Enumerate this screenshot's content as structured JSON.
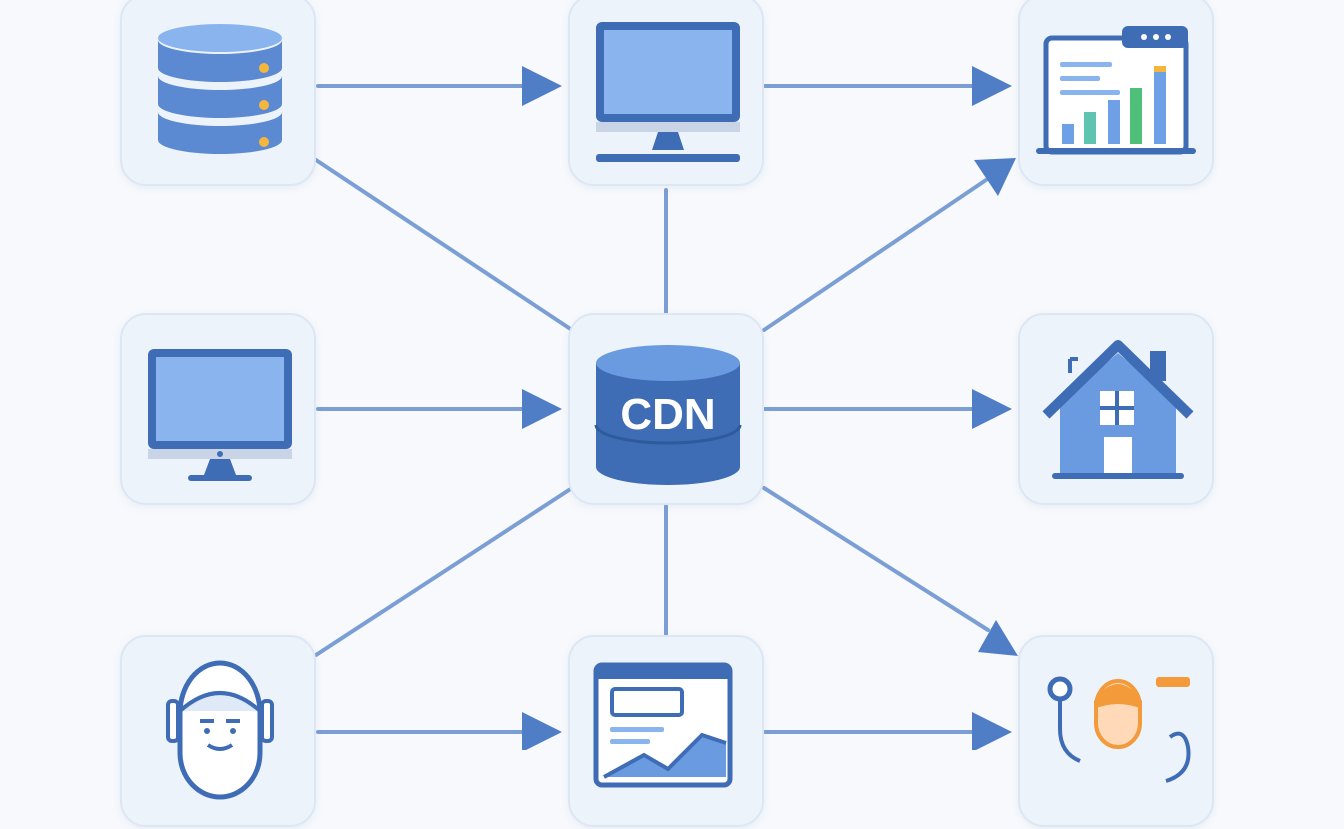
{
  "diagram": {
    "hub_label": "CDN",
    "colors": {
      "background": "#f7f9fc",
      "node_fill": "#edf3fb",
      "node_border": "#dde7f4",
      "edge": "#7b9fd4",
      "arrow": "#4f7ec7",
      "icon_primary": "#4f7ec7",
      "icon_light": "#8ab4ee",
      "icon_dark": "#3566a8",
      "accent_yellow": "#f4b63c",
      "accent_orange": "#f39a3b",
      "accent_green": "#4fbf7a"
    },
    "nodes": [
      {
        "id": "database",
        "icon": "database-icon"
      },
      {
        "id": "monitor-top",
        "icon": "desktop-monitor-icon"
      },
      {
        "id": "analytics",
        "icon": "analytics-dashboard-icon"
      },
      {
        "id": "monitor-left",
        "icon": "desktop-monitor-icon"
      },
      {
        "id": "cdn",
        "icon": "cdn-cylinder-icon"
      },
      {
        "id": "home",
        "icon": "house-icon"
      },
      {
        "id": "user",
        "icon": "user-headset-icon"
      },
      {
        "id": "browser",
        "icon": "browser-chart-icon"
      },
      {
        "id": "support",
        "icon": "support-person-icon"
      }
    ],
    "edges": [
      {
        "from": "database",
        "to": "monitor-top",
        "arrow": true
      },
      {
        "from": "monitor-top",
        "to": "analytics",
        "arrow": true
      },
      {
        "from": "database",
        "to": "cdn",
        "arrow": false
      },
      {
        "from": "monitor-top",
        "to": "cdn",
        "arrow": false
      },
      {
        "from": "cdn",
        "to": "analytics",
        "arrow": true
      },
      {
        "from": "monitor-left",
        "to": "cdn",
        "arrow": true
      },
      {
        "from": "cdn",
        "to": "home",
        "arrow": true
      },
      {
        "from": "cdn",
        "to": "user",
        "arrow": false
      },
      {
        "from": "cdn",
        "to": "browser",
        "arrow": false
      },
      {
        "from": "cdn",
        "to": "support",
        "arrow": true
      },
      {
        "from": "user",
        "to": "browser",
        "arrow": true
      },
      {
        "from": "browser",
        "to": "support",
        "arrow": true
      }
    ]
  }
}
